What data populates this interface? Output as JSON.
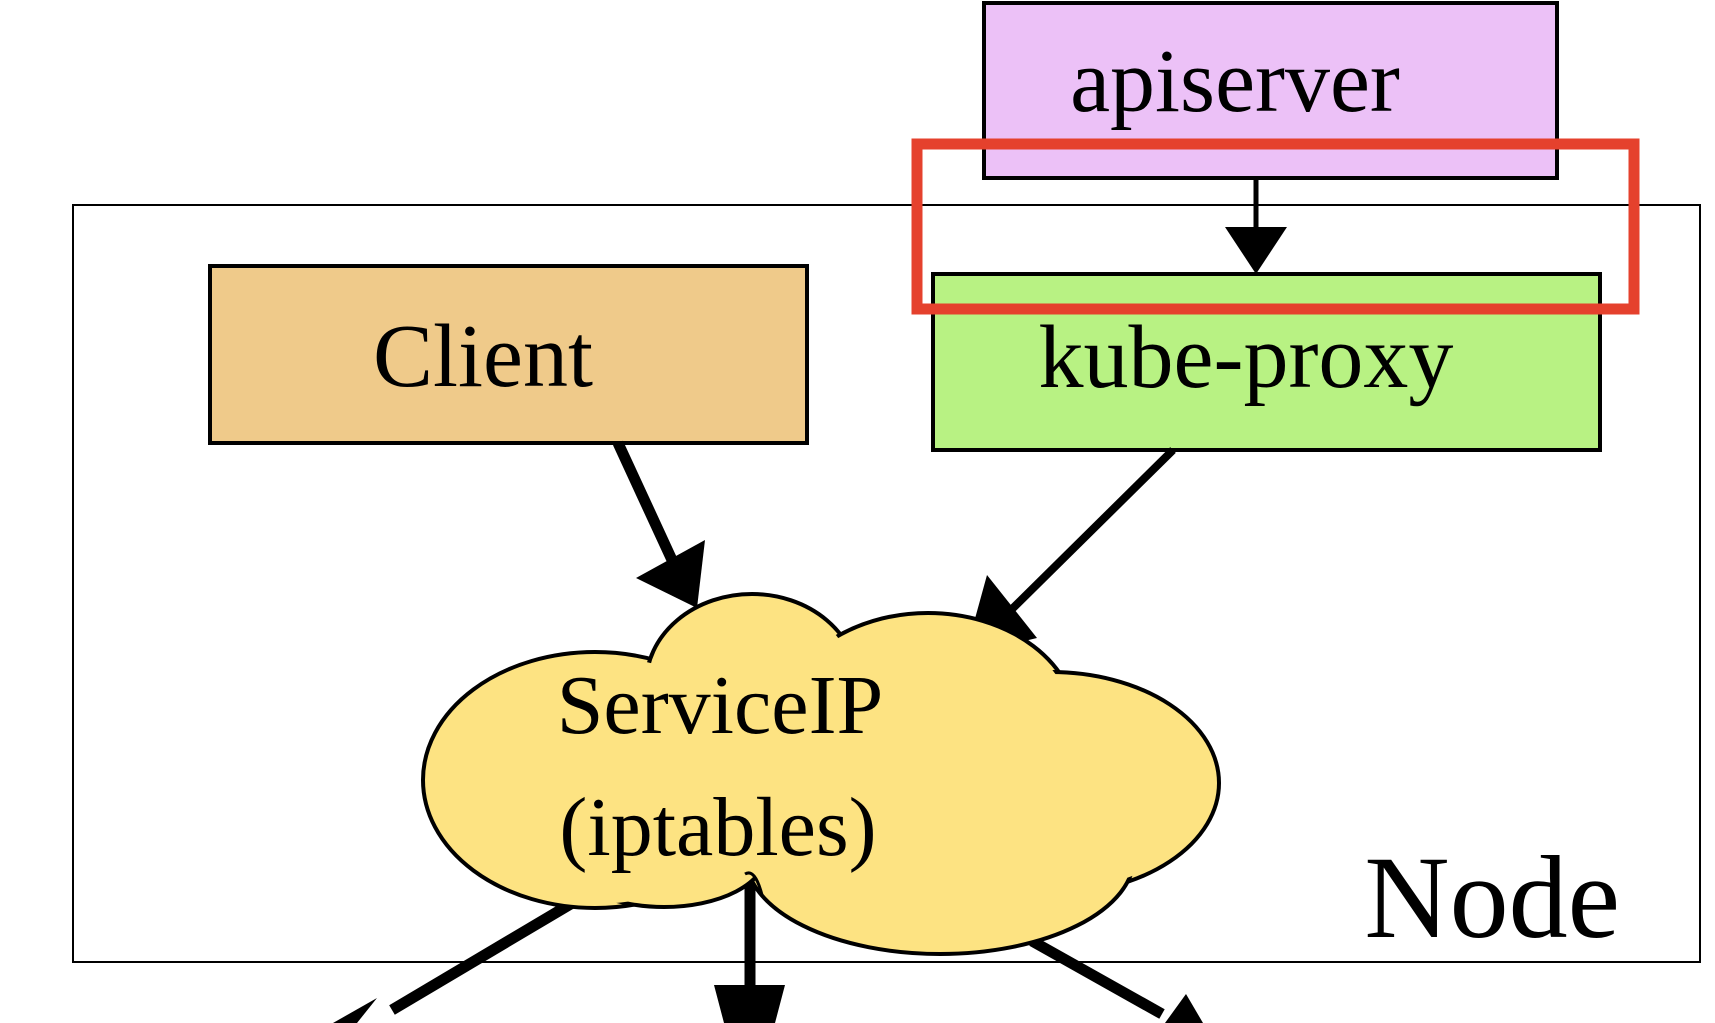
{
  "nodes": {
    "apiserver": {
      "label": "apiserver",
      "fill": "#ecc1f7"
    },
    "client": {
      "label": "Client",
      "fill": "#efca8a"
    },
    "kube_proxy": {
      "label": "kube-proxy",
      "fill": "#b8f283"
    },
    "service_ip": {
      "line1": "ServiceIP",
      "line2": "(iptables)",
      "fill": "#fde382"
    }
  },
  "container": {
    "label": "Node"
  },
  "highlight": {
    "color": "#e5412d"
  },
  "edges": [
    {
      "from": "apiserver",
      "to": "kube-proxy"
    },
    {
      "from": "Client",
      "to": "ServiceIP (iptables)"
    },
    {
      "from": "kube-proxy",
      "to": "ServiceIP (iptables)"
    }
  ]
}
